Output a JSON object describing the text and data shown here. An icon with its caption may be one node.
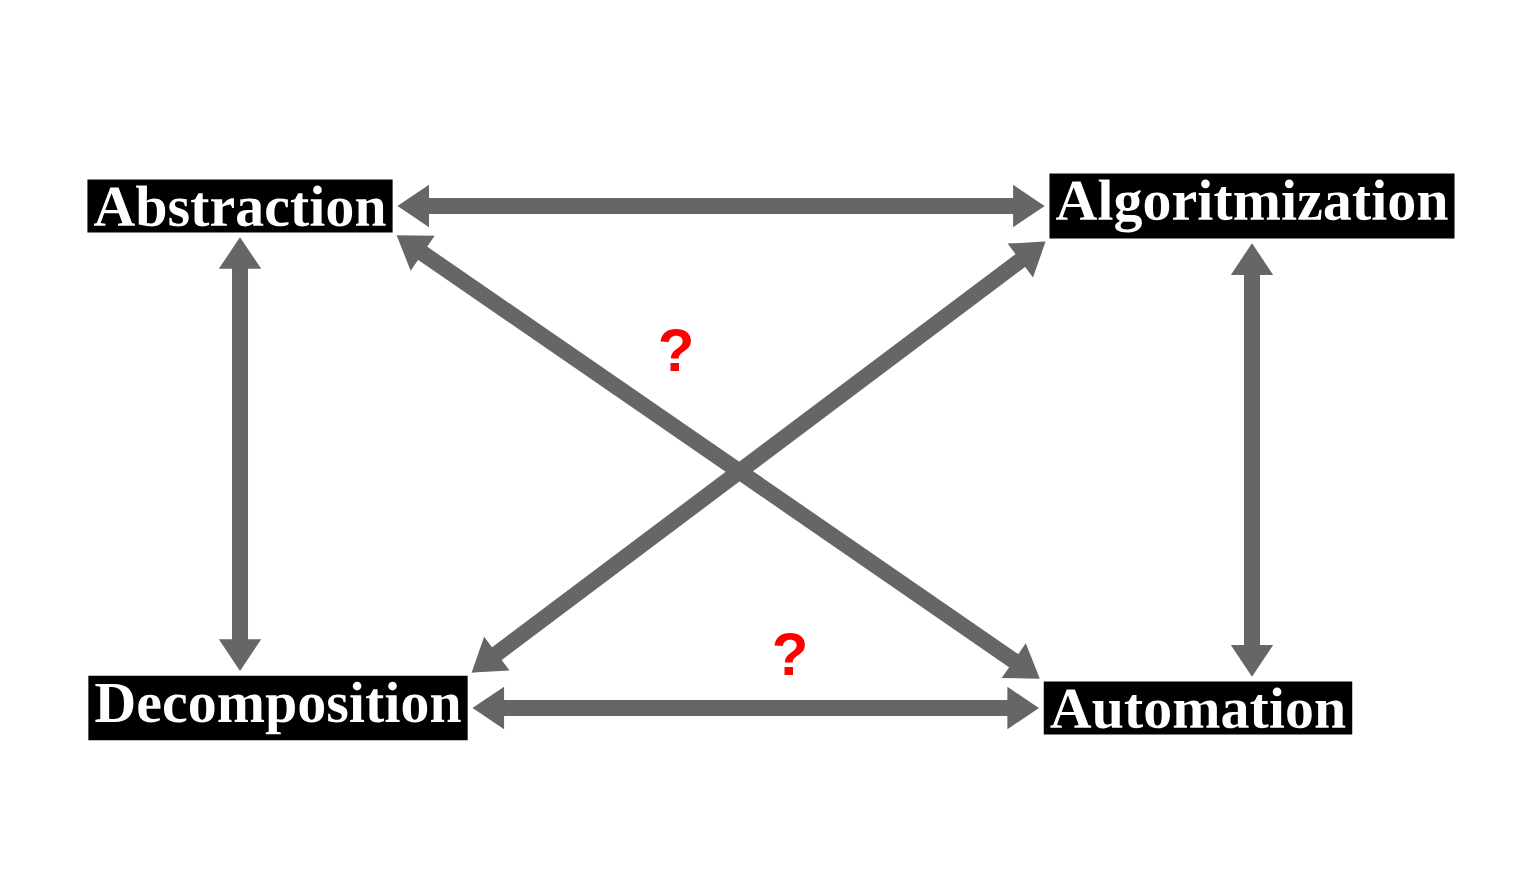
{
  "diagram": {
    "nodes": [
      {
        "text": [
          "Abstraction"
        ]
      },
      {
        "text": [
          "Algoritmization"
        ]
      },
      {
        "text": [
          "Decomposition"
        ]
      },
      {
        "text": [
          "Automation"
        ]
      }
    ],
    "edges": [
      {
        "from": 0,
        "to": 1,
        "arrow": "both"
      },
      {
        "from": 0,
        "to": 2,
        "arrow": "both"
      },
      {
        "from": 1,
        "to": 3,
        "arrow": "both"
      },
      {
        "from": 0,
        "to": 3,
        "arrow": "both"
      },
      {
        "from": 1,
        "to": 2,
        "arrow": "both"
      },
      {
        "from": 2,
        "to": 3,
        "arrow": "both"
      }
    ],
    "labels": [
      "?",
      "?"
    ]
  }
}
